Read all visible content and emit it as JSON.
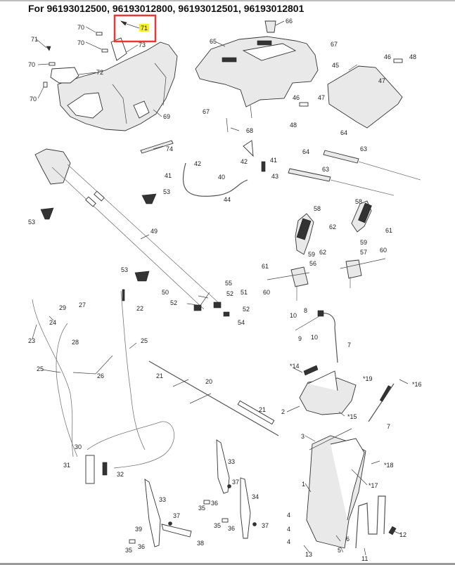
{
  "title": "For 96193012500,  96193012800, 96193012501, 96193012801",
  "highlight": {
    "part": "71",
    "box_color": "#e53935",
    "label_bg": "#f5ef2a"
  },
  "labels": [
    {
      "id": "71a",
      "text": "71"
    },
    {
      "id": "70a",
      "text": "70"
    },
    {
      "id": "70b",
      "text": "70"
    },
    {
      "id": "71b",
      "text": "71"
    },
    {
      "id": "70c",
      "text": "70"
    },
    {
      "id": "70d",
      "text": "70"
    },
    {
      "id": "72",
      "text": "72"
    },
    {
      "id": "73",
      "text": "73"
    },
    {
      "id": "69",
      "text": "69"
    },
    {
      "id": "66",
      "text": "66"
    },
    {
      "id": "65",
      "text": "65"
    },
    {
      "id": "67a",
      "text": "67"
    },
    {
      "id": "67b",
      "text": "67"
    },
    {
      "id": "68",
      "text": "68"
    },
    {
      "id": "46a",
      "text": "46"
    },
    {
      "id": "48a",
      "text": "48"
    },
    {
      "id": "47a",
      "text": "47"
    },
    {
      "id": "45",
      "text": "45"
    },
    {
      "id": "46b",
      "text": "46"
    },
    {
      "id": "47b",
      "text": "47"
    },
    {
      "id": "48b",
      "text": "48"
    },
    {
      "id": "64a",
      "text": "64"
    },
    {
      "id": "64b",
      "text": "64"
    },
    {
      "id": "63a",
      "text": "63"
    },
    {
      "id": "63b",
      "text": "63"
    },
    {
      "id": "74",
      "text": "74"
    },
    {
      "id": "42a",
      "text": "42"
    },
    {
      "id": "41a",
      "text": "41"
    },
    {
      "id": "40",
      "text": "40"
    },
    {
      "id": "44",
      "text": "44"
    },
    {
      "id": "41b",
      "text": "41"
    },
    {
      "id": "42b",
      "text": "42"
    },
    {
      "id": "43",
      "text": "43"
    },
    {
      "id": "53a",
      "text": "53"
    },
    {
      "id": "53b",
      "text": "53"
    },
    {
      "id": "49",
      "text": "49"
    },
    {
      "id": "58a",
      "text": "58"
    },
    {
      "id": "58b",
      "text": "58"
    },
    {
      "id": "62a",
      "text": "62"
    },
    {
      "id": "62b",
      "text": "62"
    },
    {
      "id": "61a",
      "text": "61"
    },
    {
      "id": "61b",
      "text": "61"
    },
    {
      "id": "59a",
      "text": "59"
    },
    {
      "id": "59b",
      "text": "59"
    },
    {
      "id": "56",
      "text": "56"
    },
    {
      "id": "57",
      "text": "57"
    },
    {
      "id": "60a",
      "text": "60"
    },
    {
      "id": "60b",
      "text": "60"
    },
    {
      "id": "53c",
      "text": "53"
    },
    {
      "id": "50",
      "text": "50"
    },
    {
      "id": "52a",
      "text": "52"
    },
    {
      "id": "55",
      "text": "55"
    },
    {
      "id": "52b",
      "text": "52"
    },
    {
      "id": "51",
      "text": "51"
    },
    {
      "id": "52c",
      "text": "52"
    },
    {
      "id": "54",
      "text": "54"
    },
    {
      "id": "22",
      "text": "22"
    },
    {
      "id": "27",
      "text": "27"
    },
    {
      "id": "29",
      "text": "29"
    },
    {
      "id": "24",
      "text": "24"
    },
    {
      "id": "23",
      "text": "23"
    },
    {
      "id": "28",
      "text": "28"
    },
    {
      "id": "25a",
      "text": "25"
    },
    {
      "id": "25b",
      "text": "25"
    },
    {
      "id": "26",
      "text": "26"
    },
    {
      "id": "21a",
      "text": "21"
    },
    {
      "id": "20",
      "text": "20"
    },
    {
      "id": "21b",
      "text": "21"
    },
    {
      "id": "10a",
      "text": "10"
    },
    {
      "id": "8",
      "text": "8"
    },
    {
      "id": "9",
      "text": "9"
    },
    {
      "id": "10b",
      "text": "10"
    },
    {
      "id": "7a",
      "text": "7"
    },
    {
      "id": "14",
      "text": "*14"
    },
    {
      "id": "19",
      "text": "*19"
    },
    {
      "id": "16",
      "text": "*16"
    },
    {
      "id": "2",
      "text": "2"
    },
    {
      "id": "15",
      "text": "*15"
    },
    {
      "id": "7b",
      "text": "7"
    },
    {
      "id": "3",
      "text": "3"
    },
    {
      "id": "18",
      "text": "*18"
    },
    {
      "id": "1",
      "text": "1"
    },
    {
      "id": "17",
      "text": "*17"
    },
    {
      "id": "4a",
      "text": "4"
    },
    {
      "id": "4b",
      "text": "4"
    },
    {
      "id": "4c",
      "text": "4"
    },
    {
      "id": "13",
      "text": "13"
    },
    {
      "id": "6",
      "text": "6"
    },
    {
      "id": "5",
      "text": "5"
    },
    {
      "id": "12",
      "text": "12"
    },
    {
      "id": "11",
      "text": "11"
    },
    {
      "id": "30",
      "text": "30"
    },
    {
      "id": "31",
      "text": "31"
    },
    {
      "id": "32",
      "text": "32"
    },
    {
      "id": "33a",
      "text": "33"
    },
    {
      "id": "33b",
      "text": "33"
    },
    {
      "id": "37a",
      "text": "37"
    },
    {
      "id": "37b",
      "text": "37"
    },
    {
      "id": "37c",
      "text": "37"
    },
    {
      "id": "34",
      "text": "34"
    },
    {
      "id": "35a",
      "text": "35"
    },
    {
      "id": "36a",
      "text": "36"
    },
    {
      "id": "35b",
      "text": "35"
    },
    {
      "id": "36b",
      "text": "36"
    },
    {
      "id": "39",
      "text": "39"
    },
    {
      "id": "36c",
      "text": "36"
    },
    {
      "id": "35c",
      "text": "35"
    },
    {
      "id": "38",
      "text": "38"
    }
  ]
}
